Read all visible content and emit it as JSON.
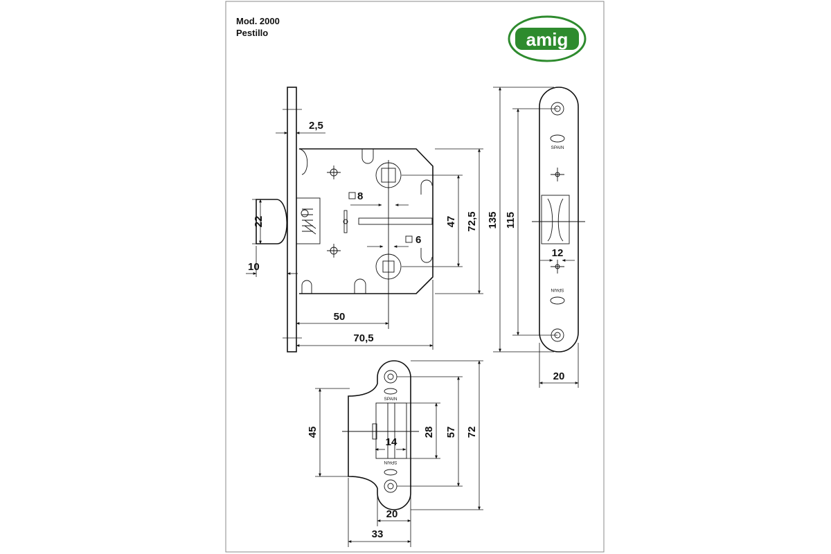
{
  "header": {
    "model": "Mod. 2000",
    "product": "Pestillo",
    "brand": "amig"
  },
  "marks": {
    "spain": "SPAIN"
  },
  "dimensions": {
    "backset_plate_thickness": "2,5",
    "latch_height": "22",
    "latch_projection": "10",
    "follower_square": "8",
    "lower_square": "6",
    "center_distance": "47",
    "case_height": "72,5",
    "faceplate_length": "135",
    "faceplate_screw_spacing": "115",
    "faceplate_slot_width": "12",
    "faceplate_width": "20",
    "backset": "50",
    "case_depth": "70,5",
    "strike_box_height": "45",
    "strike_slot_height": "28",
    "strike_screw_spacing": "57",
    "strike_length": "72",
    "strike_slot_width": "14",
    "strike_width": "20",
    "strike_total_width": "33"
  },
  "colors": {
    "line": "#111111",
    "logo_green": "#2e8b2e",
    "frame": "#888888"
  }
}
